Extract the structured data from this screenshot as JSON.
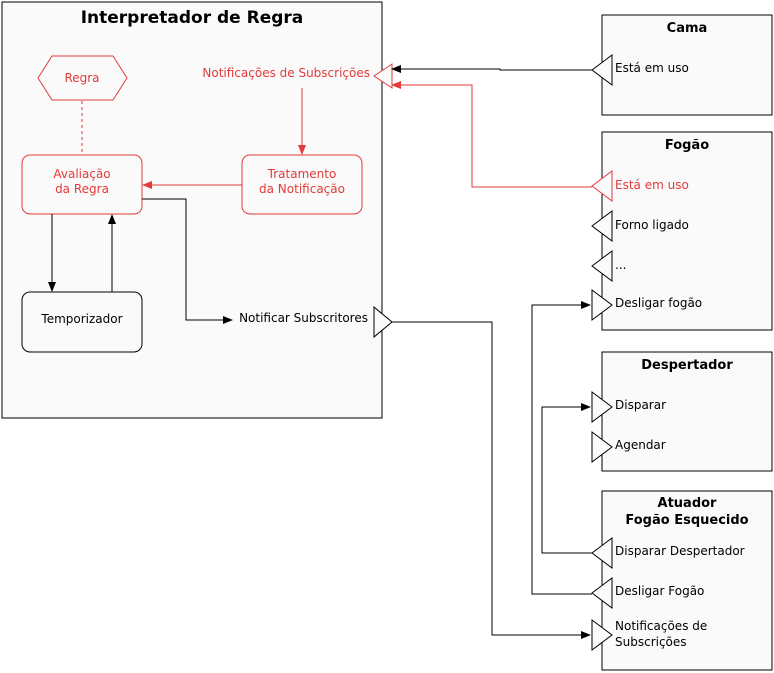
{
  "colors": {
    "accent": "#e33a3a",
    "line": "#000000",
    "panel": "#fafafa"
  },
  "interpreter": {
    "title": "Interpretador de Regra",
    "rule": "Regra",
    "evaluation": [
      "Avaliação",
      "da Regra"
    ],
    "treatment": [
      "Tratamento",
      "da Notificação"
    ],
    "timer": "Temporizador",
    "subscription_notifications": "Notificações de Subscrições",
    "notify_subscribers": "Notificar Subscritores"
  },
  "devices": {
    "cama": {
      "title": "Cama",
      "ports": [
        "Está em uso"
      ]
    },
    "fogao": {
      "title": "Fogão",
      "ports": [
        "Está em uso",
        "Forno ligado",
        "...",
        "Desligar fogão"
      ]
    },
    "despertador": {
      "title": "Despertador",
      "ports": [
        "Disparar",
        "Agendar"
      ]
    },
    "atuador": {
      "title": [
        "Atuador",
        "Fogão Esquecido"
      ],
      "ports": [
        "Disparar Despertador",
        "Desligar Fogão"
      ],
      "notifications": [
        "Notificações de",
        "Subscrições"
      ]
    }
  }
}
